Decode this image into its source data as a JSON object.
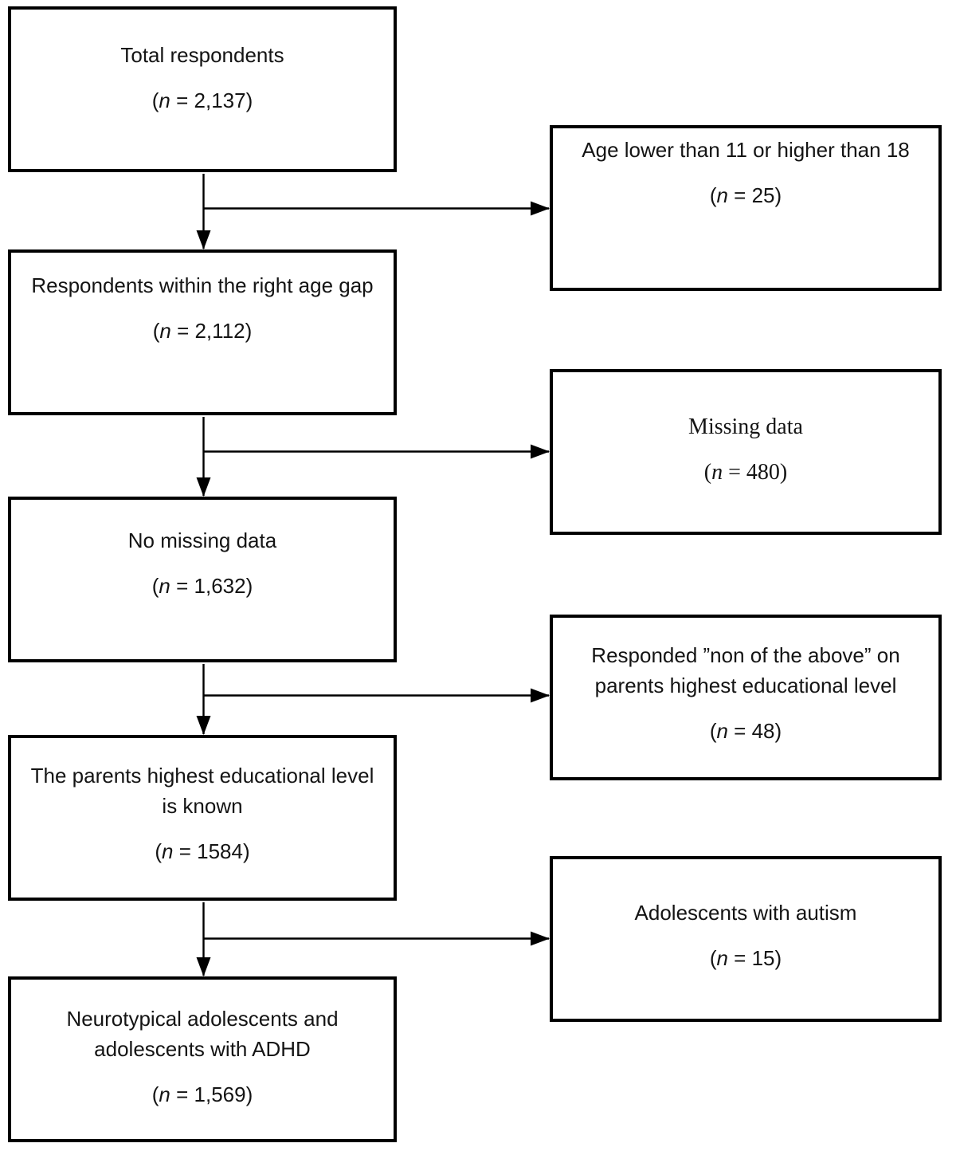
{
  "colors": {
    "background": "#ffffff",
    "box_border": "#000000",
    "text": "#141414",
    "arrow": "#000000"
  },
  "flowchart": {
    "main_boxes": [
      {
        "lines": [
          "Total respondents"
        ],
        "n_pre": "(",
        "n_var": "n",
        "n_post": " = 2,137)"
      },
      {
        "lines": [
          "Respondents within the right age gap"
        ],
        "n_pre": "(",
        "n_var": "n",
        "n_post": " = 2,112)"
      },
      {
        "lines": [
          "No missing data"
        ],
        "n_pre": "(",
        "n_var": "n",
        "n_post": " = 1,632)"
      },
      {
        "lines": [
          "The parents highest educational level",
          "is known"
        ],
        "n_pre": "(",
        "n_var": "n",
        "n_post": " = 1584)"
      },
      {
        "lines": [
          "Neurotypical adolescents and",
          "adolescents with ADHD"
        ],
        "n_pre": "(",
        "n_var": "n",
        "n_post": " = 1,569)"
      }
    ],
    "exclusion_boxes": [
      {
        "lines": [
          "Age lower than 11 or higher than 18"
        ],
        "n_pre": "(",
        "n_var": "n",
        "n_post": " = 25)"
      },
      {
        "lines": [
          "Missing data"
        ],
        "n_pre": "(",
        "n_var": "n",
        "n_post": " = 480)"
      },
      {
        "lines": [
          "Responded ”non of the above” on",
          "parents highest educational level"
        ],
        "n_pre": "(",
        "n_var": "n",
        "n_post": " = 48)"
      },
      {
        "lines": [
          "Adolescents with autism"
        ],
        "n_pre": "(",
        "n_var": "n",
        "n_post": " = 15)"
      }
    ]
  }
}
